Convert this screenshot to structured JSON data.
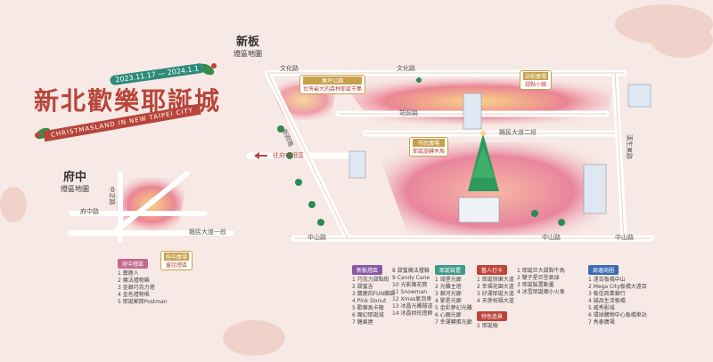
{
  "title": {
    "main": "新北歡樂耶誕城",
    "dates": "2023.11.17 — 2024.1.1",
    "english": "CHRISTMASLAND IN NEW TAIPEI CITY"
  },
  "areas": {
    "banqiao": {
      "name": "新板",
      "sub": "燈區地圖"
    },
    "fuzhong": {
      "name": "府中",
      "sub": "燈區地圖"
    }
  },
  "roads": {
    "wenhua_a": "文化路",
    "wenhua_b": "文化路",
    "zhanqian": "站前路",
    "xinfu": "新府路",
    "zhongshan_a": "中山路",
    "zhongshan_b": "中山路",
    "zhongshan_c": "中山路",
    "county2": "縣民大道二段",
    "county1": "縣民大道一段",
    "fuzhong_rd": "府中路",
    "zhongzheng": "中正路",
    "hanshi": "漢生東路",
    "to_fuzhong": "往府中燈區"
  },
  "tags": {
    "wanping": {
      "title": "萬坪公園",
      "sub": "台灣最大的森林耶誕市集"
    },
    "station": {
      "title": "站前廣場",
      "sub": "甜點小鎮"
    },
    "citizen": {
      "title": "市民廣場",
      "sub": "耶誕旋轉木馬"
    },
    "fuzhong": {
      "title": "府中廣場",
      "sub": "童話燈區"
    }
  },
  "legend": {
    "col1": {
      "groups": [
        {
          "head": "府中燈區",
          "color": "#c46a8f",
          "items": [
            "1 麋鹿人",
            "2 魔法禮物箱",
            "3 金銀巧克力塔",
            "4 金色禮物堆",
            "5 耶誕郵筒Postman"
          ]
        }
      ]
    },
    "col2": {
      "head": "新板燈區",
      "color": "#8a5aa8",
      "items": [
        "1 巧克力甜點街",
        "2 甜蜜吉",
        "3 麋鹿的FUN樂園",
        "4 Pink Donut",
        "5 歡樂馬卡龍",
        "6 魔幻耶誕城",
        "7 糖果屋"
      ]
    },
    "col3": {
      "items": [
        "8 甜蜜魔法禮箱",
        "9 Candy Cane",
        "10 光影萬花筒",
        "11 Snowman",
        "12 Xmas氣泡車",
        "13 冰晶光雕隧道",
        "14 冰晶拱形燈飾"
      ]
    },
    "col4": {
      "head": "耶誕裝置",
      "color": "#3d9a8a",
      "items": [
        "1 城堡光廊",
        "2 光雕主塔",
        "3 銀河光廊",
        "4 繁星光廊",
        "5 金彩夢幻光雕",
        "6 心願光廊",
        "7 幸運轉蛋光廊"
      ]
    },
    "col5": {
      "head": "藝人打卡",
      "color": "#c0433a",
      "items": [
        "1 耶誕快樂大道",
        "2 幸福花園大道",
        "3 好運耶誕大道",
        "4 天使祝福大道"
      ],
      "extra_head": "特色造景",
      "extra_color": "#c0433a",
      "extra_items": [
        "1 耶誕樹"
      ]
    },
    "col6": {
      "items": [
        "1 耶誕巨大甜點牛馬",
        "2 雙子星巨型氣球",
        "3 耶誕裝置動畫",
        "4 冰雪耶誕鄉小火車"
      ]
    },
    "col7": {
      "head": "周邊商圈",
      "color": "#3d6ab0",
      "items": [
        "1 遠百板橋中山",
        "2 Mega City板橋大遠百",
        "3 板信商業銀行",
        "4 誠品生活板橋",
        "5 威秀影城",
        "6 環球購物中心板橋車站",
        "7 秀泰廣場"
      ]
    }
  },
  "colors": {
    "background": "#f7e9e6",
    "accent_red": "#b8453a",
    "teal": "#2d8a7a",
    "gold": "#c9a04a",
    "glow": "#f2a7a0"
  }
}
